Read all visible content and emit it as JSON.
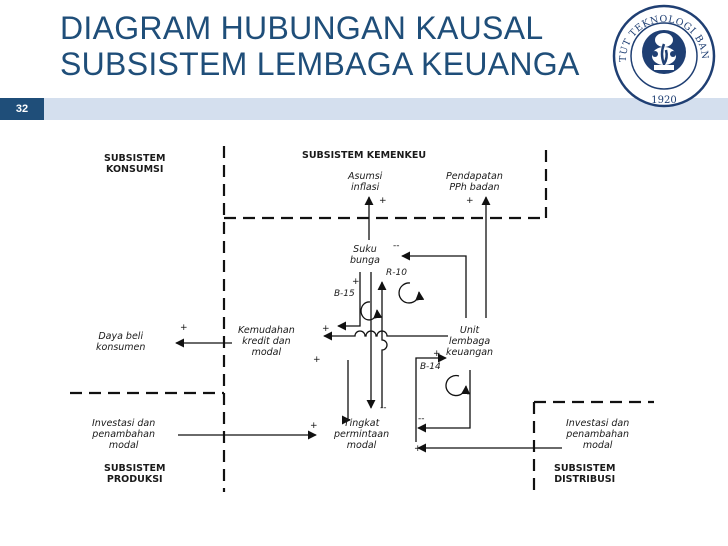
{
  "slide": {
    "title_lines": [
      "DIAGRAM HUBUNGAN KAUSAL",
      "SUBSISTEM LEMBAGA KEUANGA"
    ],
    "number": "32",
    "accent": "#1f4e79",
    "band_color": "#d4dfee"
  },
  "logo": {
    "text": "INSTITUT TEKNOLOGI BANDUNG",
    "year": "1920"
  },
  "diagram": {
    "subsystems": {
      "konsumsi": [
        "SUBSISTEM",
        "KONSUMSI"
      ],
      "kemenkeu": "SUBSISTEM KEMENKEU",
      "produksi": [
        "SUBSISTEM",
        "PRODUKSI"
      ],
      "distribusi": [
        "SUBSISTEM",
        "DISTRIBUSI"
      ]
    },
    "variables": {
      "asumsi_inflasi": [
        "Asumsi",
        "inflasi"
      ],
      "pendapatan_pph": [
        "Pendapatan",
        "PPh badan"
      ],
      "suku_bunga": [
        "Suku",
        "bunga"
      ],
      "daya_beli": [
        "Daya beli",
        "konsumen"
      ],
      "kemudahan_kredit": [
        "Kemudahan",
        "kredit dan",
        "modal"
      ],
      "unit_lembaga": [
        "Unit",
        "lembaga",
        "keuangan"
      ],
      "investasi_produksi": [
        "Investasi dan",
        "penambahan",
        "modal"
      ],
      "tingkat_permintaan": [
        "Tingkat",
        "permintaan",
        "modal"
      ],
      "investasi_distribusi": [
        "Investasi dan",
        "penambahan",
        "modal"
      ]
    },
    "loops": {
      "r10": "R-10",
      "b15": "B-15",
      "b14": "B-14"
    },
    "signs": {
      "plus": "+",
      "minus": "--"
    }
  }
}
